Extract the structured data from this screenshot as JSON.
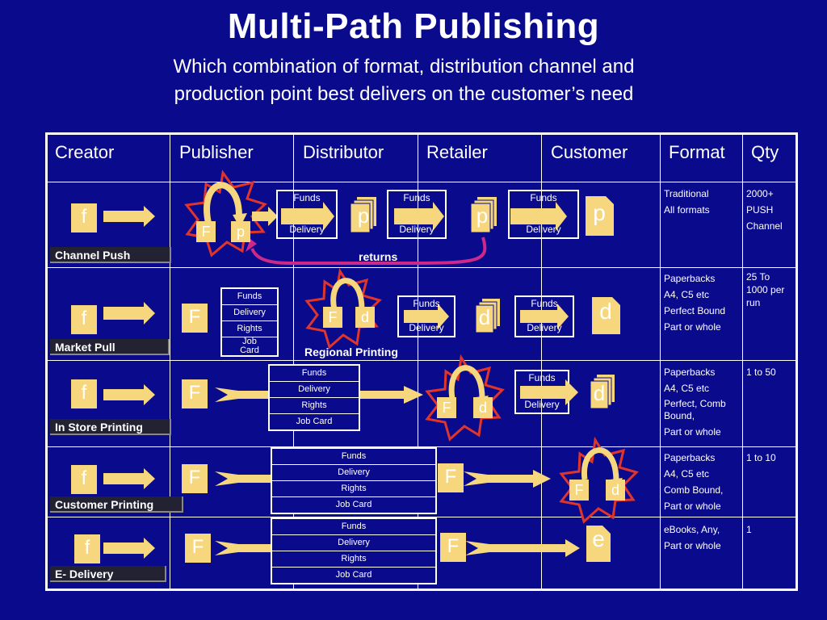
{
  "title": "Multi-Path Publishing",
  "subtitle_line1": "Which combination of format, distribution channel and",
  "subtitle_line2": "production point best delivers on the customer’s need",
  "columns": [
    "Creator",
    "Publisher",
    "Distributor",
    "Retailer",
    "Customer",
    "Format",
    "Qty"
  ],
  "rows": [
    {
      "label": "Channel Push",
      "format_lines": [
        "Traditional",
        "All formats"
      ],
      "qty_lines": [
        "2000+",
        "PUSH",
        "Channel"
      ]
    },
    {
      "label": "Market Pull",
      "format_lines": [
        "Paperbacks",
        " A4, C5 etc",
        "Perfect Bound",
        "Part or whole"
      ],
      "qty_lines": [
        "25  To",
        "1000 per",
        "run"
      ]
    },
    {
      "label": "In Store Printing",
      "format_lines": [
        "Paperbacks",
        " A4, C5 etc",
        "Perfect, Comb",
        "Bound,",
        "Part or whole"
      ],
      "qty_lines": [
        "1 to 50"
      ]
    },
    {
      "label": "Customer Printing",
      "format_lines": [
        "Paperbacks",
        " A4, C5 etc",
        "Comb Bound,",
        "Part or whole"
      ],
      "qty_lines": [
        "1 to 10"
      ]
    },
    {
      "label": "E- Delivery",
      "format_lines": [
        "eBooks, Any,",
        "Part or whole"
      ],
      "qty_lines": [
        "1"
      ]
    }
  ],
  "glyphs": {
    "f": "f",
    "F": "F",
    "p": "p",
    "d": "d",
    "e": "e"
  },
  "flow": {
    "funds": "Funds",
    "delivery": "Delivery",
    "rights": "Rights",
    "job": "Job",
    "card": "Card",
    "job_card": "Job Card"
  },
  "returns": "returns",
  "regional_printing": "Regional Printing",
  "colors": {
    "background": "#0a0a8c",
    "arrow": "#f6d77e",
    "star": "#e0352b",
    "returns_line": "#cc2a8a"
  }
}
